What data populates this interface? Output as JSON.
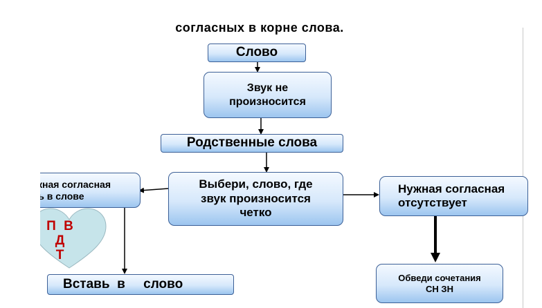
{
  "title": "согласных  в  корне  слова.",
  "nodes": {
    "word": "Слово",
    "not_pronounced": "Звук не\nпроизносится",
    "related_words": "Родственные слова",
    "choose_word": "Выбери, слово, где\nзвук произносится\nчетко",
    "consonant_present": "Нужная согласная\nесть в слове",
    "consonant_absent": "Нужная согласная\nотсутствует",
    "insert_word": "Вставь  в     слово",
    "circle_combos": "Обведи сочетания\nСН ЗН"
  },
  "heart_letters": "П В Д\nТ",
  "colors": {
    "box_border": "#3b5f96",
    "box_top": "#f4f9ff",
    "box_bottom": "#9cc5ef",
    "heart_fill": "#c6e4ea",
    "heart_text": "#c00000"
  }
}
